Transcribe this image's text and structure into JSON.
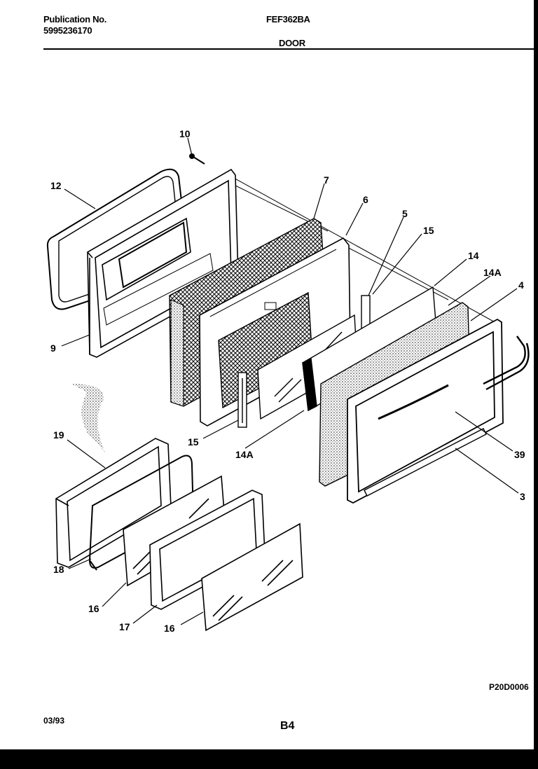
{
  "header": {
    "publication_label": "Publication No.",
    "publication_number": "5995236170",
    "model": "FEF362BA",
    "section": "DOOR"
  },
  "footer": {
    "date": "03/93",
    "page": "B4",
    "drawing_code": "P20D0006"
  },
  "callouts": [
    "10",
    "12",
    "7",
    "6",
    "5",
    "15",
    "14",
    "14A",
    "4",
    "9",
    "15",
    "14A",
    "39",
    "3",
    "19",
    "18",
    "16",
    "17",
    "16"
  ]
}
